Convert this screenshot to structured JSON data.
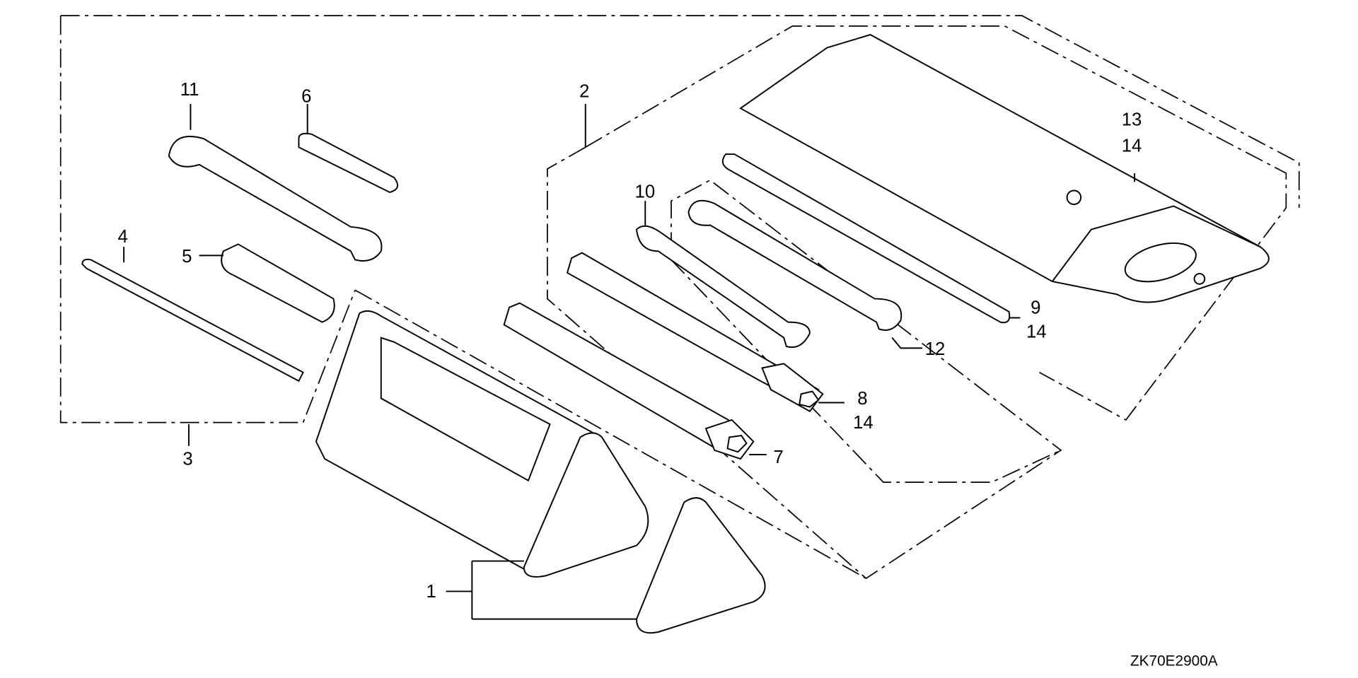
{
  "diagram": {
    "title_code": "ZK70E2900A",
    "callouts": [
      {
        "id": "1",
        "label": "1",
        "part": "tool-bag"
      },
      {
        "id": "2",
        "label": "2",
        "part": "tool-set-group"
      },
      {
        "id": "3",
        "label": "3",
        "part": "tool-set-group-left"
      },
      {
        "id": "4",
        "label": "4",
        "part": "screwdriver-shaft"
      },
      {
        "id": "5",
        "label": "5",
        "part": "screwdriver-handle"
      },
      {
        "id": "6",
        "label": "6",
        "part": "small-tool"
      },
      {
        "id": "7",
        "label": "7",
        "part": "box-wrench"
      },
      {
        "id": "8",
        "label": "8",
        "sub": "14",
        "part": "spark-plug-wrench"
      },
      {
        "id": "9",
        "label": "9",
        "sub": "14",
        "part": "handle-bar"
      },
      {
        "id": "10",
        "label": "10",
        "part": "open-end-wrench-small"
      },
      {
        "id": "11",
        "label": "11",
        "part": "open-end-wrench"
      },
      {
        "id": "12",
        "label": "12",
        "part": "open-end-wrench-large"
      },
      {
        "id": "13",
        "label": "13",
        "sub": "14",
        "part": "tool-roll"
      }
    ]
  }
}
